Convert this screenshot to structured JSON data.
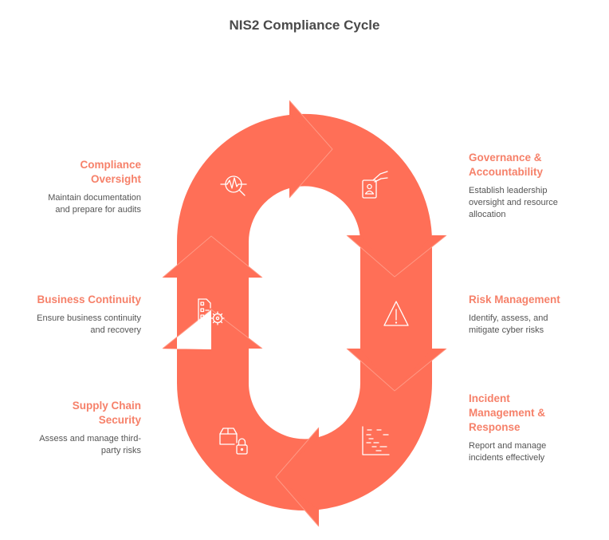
{
  "title": "NIS2 Compliance Cycle",
  "colors": {
    "shape_fill": "#ff6f57",
    "heading": "#f6816a",
    "text": "#555555",
    "title": "#4a4a4a",
    "icon_stroke": "#ffffff"
  },
  "stages": [
    {
      "id": "governance",
      "heading": "Governance & Accountability",
      "description": "Establish leadership oversight and resource allocation",
      "icon": "id-badge-hand-icon",
      "side": "right"
    },
    {
      "id": "risk",
      "heading": "Risk Management",
      "description": "Identify, assess, and mitigate cyber risks",
      "icon": "warning-triangle-icon",
      "side": "right"
    },
    {
      "id": "incident",
      "heading": "Incident Management & Response",
      "description": "Report and manage incidents effectively",
      "icon": "timeline-chart-icon",
      "side": "right"
    },
    {
      "id": "supply",
      "heading": "Supply Chain Security",
      "description": "Assess and manage third-party risks",
      "icon": "package-lock-icon",
      "side": "left"
    },
    {
      "id": "continuity",
      "heading": "Business Continuity",
      "description": "Ensure business continuity and recovery",
      "icon": "checklist-gear-icon",
      "side": "left"
    },
    {
      "id": "oversight",
      "heading": "Compliance Oversight",
      "description": "Maintain documentation and prepare for audits",
      "icon": "pulse-magnifier-icon",
      "side": "left"
    }
  ]
}
